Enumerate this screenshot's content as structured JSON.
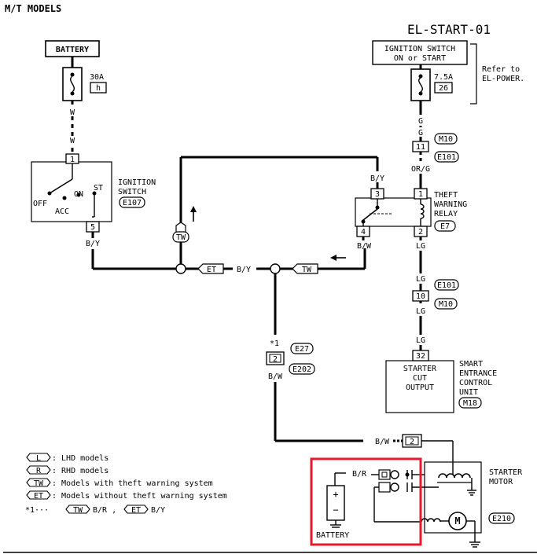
{
  "header": {
    "section_title": "M/T MODELS",
    "page_code": "EL-START-01"
  },
  "battery_top": {
    "label": "BATTERY",
    "fuse_rating": "30A",
    "fuse_id": "h"
  },
  "ignition_feed": {
    "label_line1": "IGNITION SWITCH",
    "label_line2": "ON or START",
    "fuse_rating": "7.5A",
    "fuse_id": "26",
    "refer_line1": "Refer to",
    "refer_line2": "EL-POWER."
  },
  "wires": {
    "w1": "W",
    "w2": "W",
    "g1": "G",
    "g2": "G",
    "or_g": "OR/G",
    "b_y_top": "B/Y",
    "b_y_left": "B/Y",
    "b_y_mid": "B/Y",
    "b_w_relay": "B/W",
    "lg1": "LG",
    "lg2": "LG",
    "lg3": "LG",
    "lg4": "LG",
    "b_w_e27": "B/W",
    "b_w_bottom": "B/W",
    "b_r": "B/R"
  },
  "ignition_switch": {
    "label_line1": "IGNITION",
    "label_line2": "SWITCH",
    "code": "E107",
    "pos_off": "OFF",
    "pos_acc": "ACC",
    "pos_on": "ON",
    "pos_st": "ST",
    "pin_top": "1",
    "pin_bottom": "5"
  },
  "connectors": {
    "m10_top": "M10",
    "e101_top": "E101",
    "pin_11": "11",
    "e101_mid": "E101",
    "m10_mid": "M10",
    "pin_10": "10",
    "pin_32": "32",
    "e27": "E27",
    "e202": "E202",
    "pin_2_e27": "2",
    "pin_2_starter": "2"
  },
  "relay": {
    "label_line1": "THEFT",
    "label_line2": "WARNING",
    "label_line3": "RELAY",
    "code": "E7",
    "pin3": "3",
    "pin1": "1",
    "pin4": "4",
    "pin2": "2"
  },
  "tags": {
    "tw_vertical": "TW",
    "et_mid": "ET",
    "tw_mid": "TW",
    "note_ref": "*1"
  },
  "sec_unit": {
    "label_line1": "SMART",
    "label_line2": "ENTRANCE",
    "label_line3": "CONTROL",
    "label_line4": "UNIT",
    "code": "M18",
    "inner_line1": "STARTER",
    "inner_line2": "CUT",
    "inner_line3": "OUTPUT"
  },
  "starter": {
    "label_line1": "STARTER",
    "label_line2": "MOTOR",
    "code": "E210"
  },
  "battery_bottom": {
    "label": "BATTERY"
  },
  "legend": [
    {
      "tag": "L",
      "text": ": LHD models"
    },
    {
      "tag": "R",
      "text": ": RHD models"
    },
    {
      "tag": "TW",
      "text": ": Models with theft warning system"
    },
    {
      "tag": "ET",
      "text": ": Models without theft warning system"
    }
  ],
  "footnote": {
    "prefix": "*1···",
    "tw_tag": "TW",
    "tw_text": "B/R ,",
    "et_tag": "ET",
    "et_text": "B/Y"
  },
  "highlight_color": "#e8192c"
}
